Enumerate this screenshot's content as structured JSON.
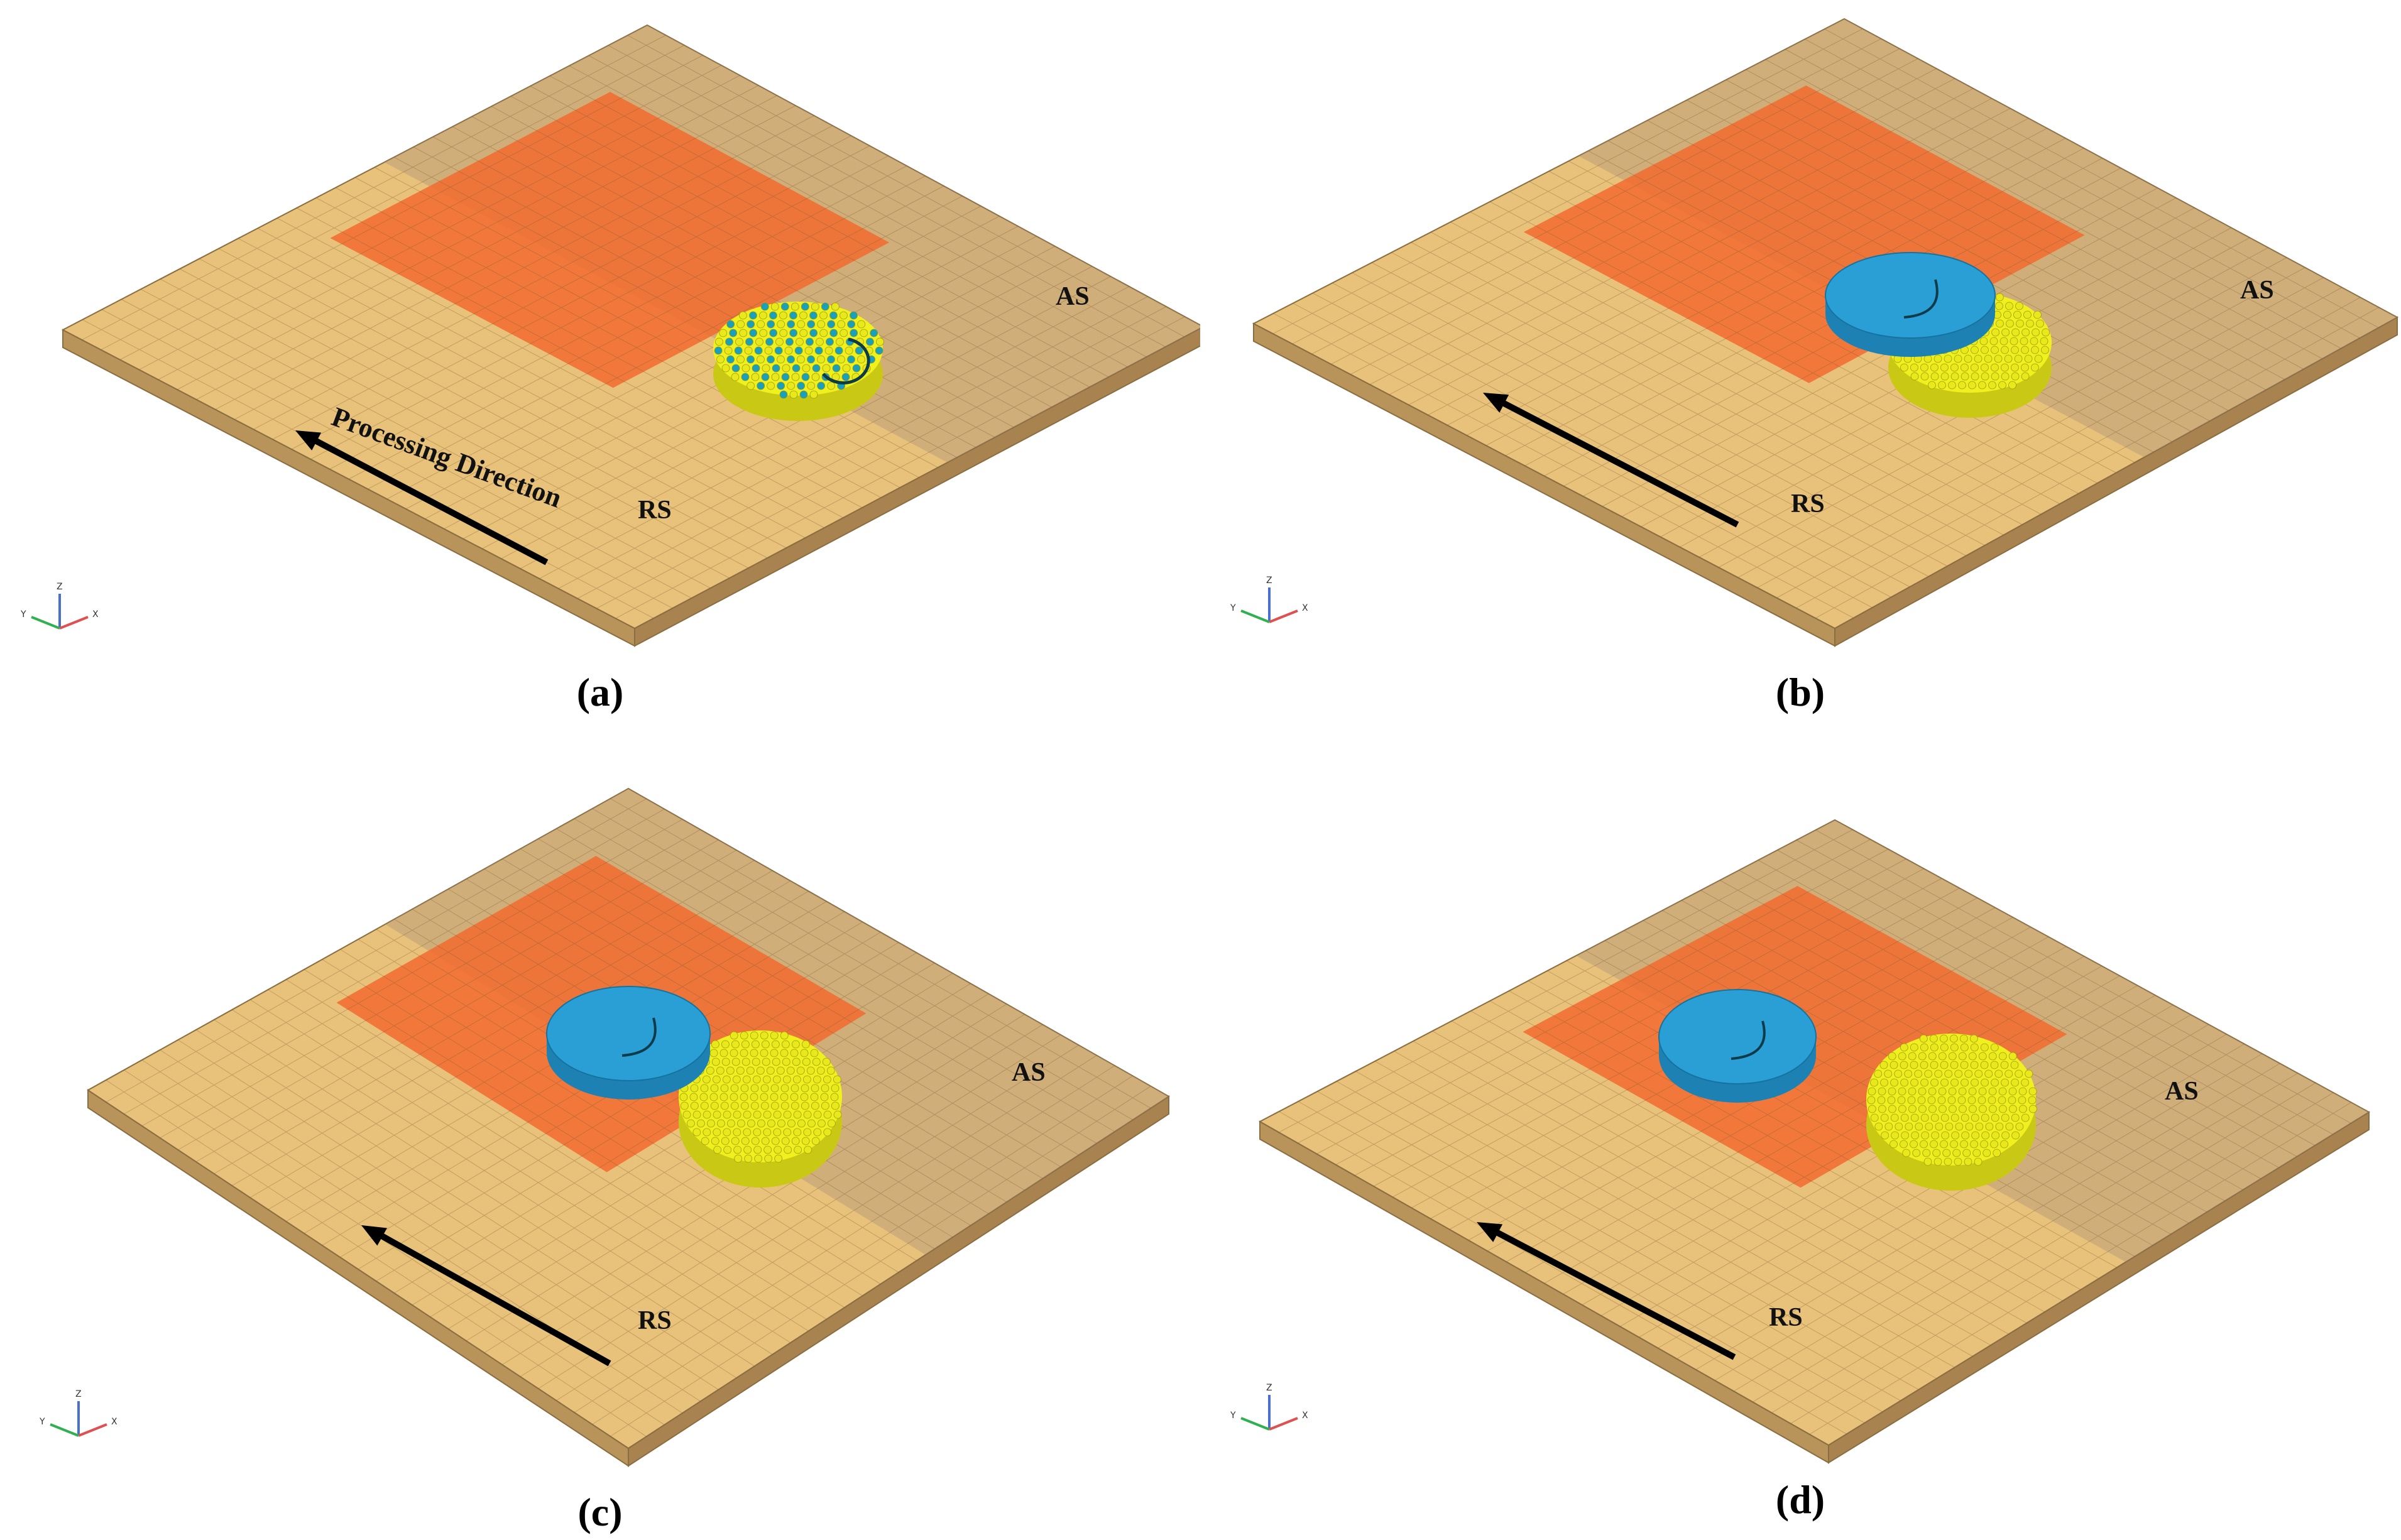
{
  "panels": [
    {
      "id": "a",
      "caption": "(a)",
      "as_label": "AS",
      "rs_label": "RS",
      "direction_label": "Processing Direction",
      "tool": false,
      "particle_style": "mixed"
    },
    {
      "id": "b",
      "caption": "(b)",
      "as_label": "AS",
      "rs_label": "RS",
      "direction_label": "",
      "tool": true,
      "particle_style": "yellow"
    },
    {
      "id": "c",
      "caption": "(c)",
      "as_label": "AS",
      "rs_label": "RS",
      "direction_label": "",
      "tool": true,
      "particle_style": "yellow"
    },
    {
      "id": "d",
      "caption": "(d)",
      "as_label": "AS",
      "rs_label": "RS",
      "direction_label": "",
      "tool": true,
      "particle_style": "yellow"
    }
  ],
  "axis_triad": {
    "x": "X",
    "y": "Y",
    "z": "Z"
  },
  "colors": {
    "plate": "#e8c27a",
    "plate_side": "#b8935a",
    "processed_zone": "#f26b2f",
    "particles": "#f0f01e",
    "tool": "#2a9fd6",
    "arrow": "#000000"
  }
}
